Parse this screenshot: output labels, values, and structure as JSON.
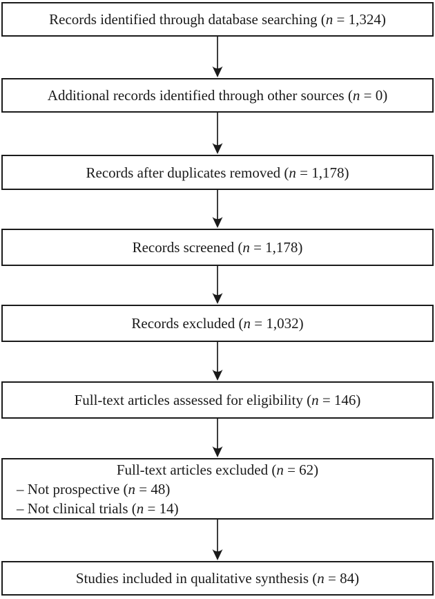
{
  "boxes": [
    {
      "text": "Records identified through database searching",
      "n_var": "n",
      "n_value": "1,324"
    },
    {
      "text": "Additional records identified through other sources",
      "n_var": "n",
      "n_value": "0"
    },
    {
      "text": "Records after duplicates removed",
      "n_var": "n",
      "n_value": "1,178"
    },
    {
      "text": "Records screened",
      "n_var": "n",
      "n_value": "1,178"
    },
    {
      "text": "Records excluded",
      "n_var": "n",
      "n_value": "1,032"
    },
    {
      "text": "Full-text articles assessed for eligibility",
      "n_var": "n",
      "n_value": "146"
    },
    {
      "text": "Full-text articles excluded",
      "n_var": "n",
      "n_value": "62",
      "items": [
        {
          "text": "– Not prospective",
          "n_var": "n",
          "n_value": "48"
        },
        {
          "text": "– Not clinical trials",
          "n_var": "n",
          "n_value": "14"
        }
      ]
    },
    {
      "text": "Studies included in qualitative synthesis",
      "n_var": "n",
      "n_value": "84"
    }
  ],
  "colors": {
    "border": "#1a1a1a",
    "text": "#1a1a1a",
    "line": "#1a1a1a",
    "background": "#ffffff"
  }
}
